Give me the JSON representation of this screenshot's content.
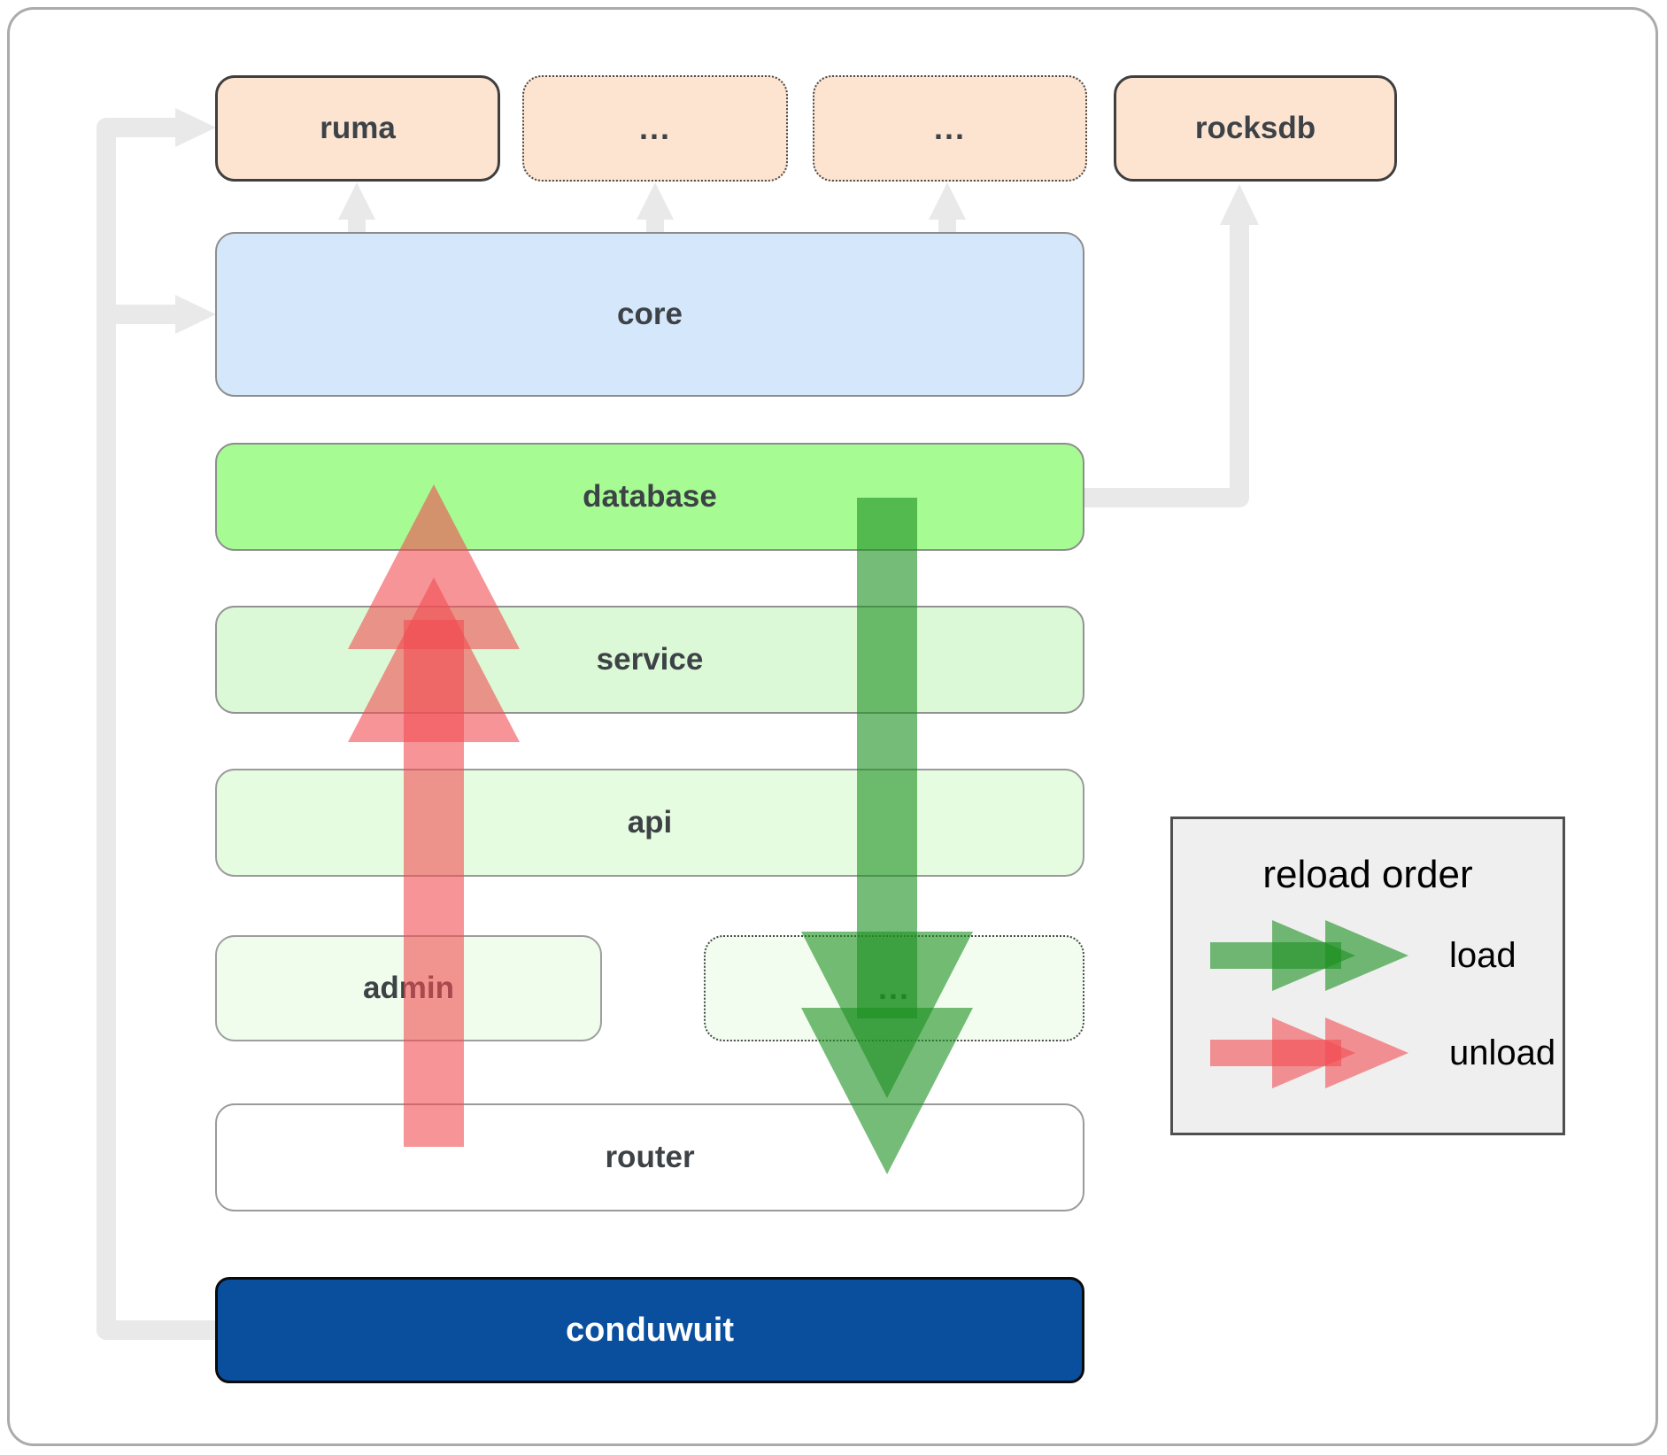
{
  "boxes": {
    "ruma": {
      "label": "ruma"
    },
    "dots_top_1": {
      "label": "..."
    },
    "dots_top_2": {
      "label": "..."
    },
    "rocksdb": {
      "label": "rocksdb"
    },
    "core": {
      "label": "core"
    },
    "database": {
      "label": "database"
    },
    "service": {
      "label": "service"
    },
    "api": {
      "label": "api"
    },
    "admin": {
      "label": "admin"
    },
    "dots_admin": {
      "label": "..."
    },
    "router": {
      "label": "router"
    },
    "conduwuit": {
      "label": "conduwuit"
    }
  },
  "legend": {
    "title": "reload order",
    "load_label": "load",
    "unload_label": "unload"
  },
  "colors": {
    "arrow_load": "#1b8f20",
    "arrow_unload": "#f14d52",
    "connector": "#e9e9e9",
    "peach_bg": "#fce4d1",
    "core_bg": "#d5e7fb",
    "database_bg": "#a6fb93",
    "service_bg": "#dbf9d6",
    "api_bg": "#e6fce1",
    "admin_bg": "#f0fdec",
    "admin2_bg": "#f2fdf0",
    "conduwuit_bg": "#0a4f9e",
    "legend_bg": "#efefef",
    "text": "#3d4247"
  }
}
